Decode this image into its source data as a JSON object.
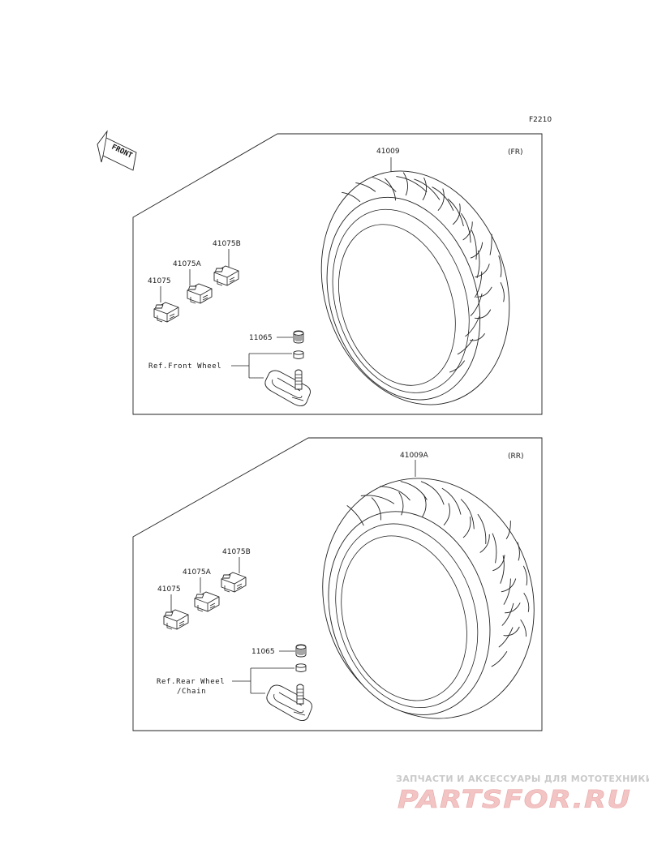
{
  "figure_code": "F2210",
  "front_arrow": {
    "label": "FRONT"
  },
  "front_section": {
    "position_tag": "(FR)",
    "tire_part": "41009",
    "weights": [
      "41075",
      "41075A",
      "41075B"
    ],
    "valve_cap_part": "11065",
    "reference_note": "Ref.Front Wheel"
  },
  "rear_section": {
    "position_tag": "(RR)",
    "tire_part": "41009A",
    "weights": [
      "41075",
      "41075A",
      "41075B"
    ],
    "valve_cap_part": "11065",
    "reference_note_line1": "Ref.Rear Wheel",
    "reference_note_line2": "/Chain"
  },
  "watermark": {
    "subtitle": "ЗАПЧАСТИ И АКСЕССУАРЫ ДЛЯ МОТОТЕХНИКИ",
    "brand": "PARTSFOR.RU"
  }
}
